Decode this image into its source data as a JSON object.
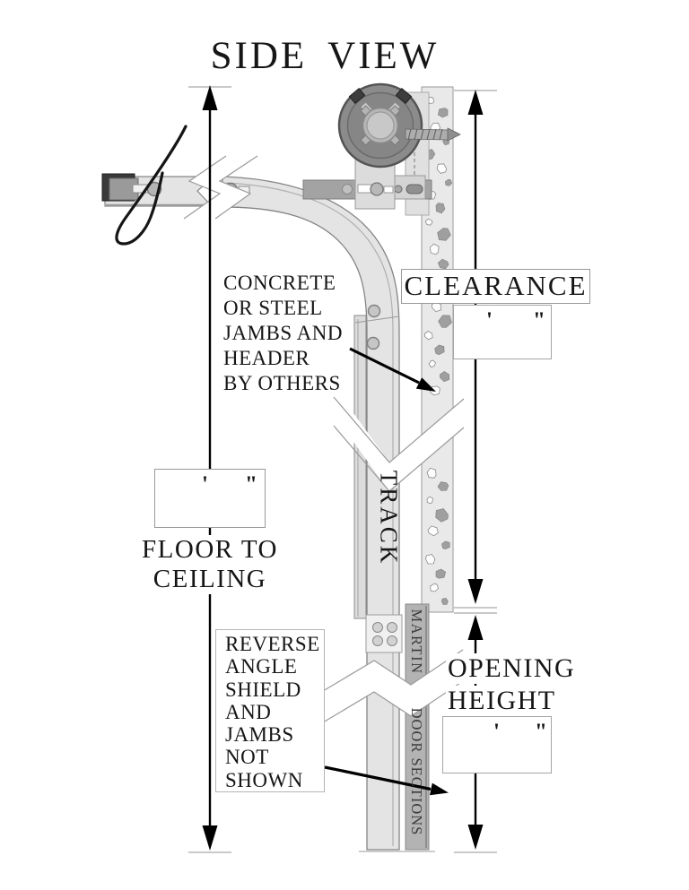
{
  "title": "SIDE VIEW",
  "notes": {
    "jambs": {
      "lines": [
        "CONCRETE",
        "OR STEEL",
        "JAMBS AND",
        "HEADER",
        "BY OTHERS"
      ]
    },
    "reverse": {
      "lines": [
        "REVERSE",
        "ANGLE",
        "SHIELD",
        "AND",
        "JAMBS",
        "NOT",
        "SHOWN"
      ]
    }
  },
  "dimensions": {
    "clearance": {
      "label": "CLEARANCE",
      "feet_mark": "'",
      "inch_mark": "\""
    },
    "floor_to_ceiling": {
      "line1": "FLOOR TO",
      "line2": "CEILING",
      "feet_mark": "'",
      "inch_mark": "\""
    },
    "opening_height": {
      "line1": "OPENING",
      "line2": "HEIGHT",
      "feet_mark": "'",
      "inch_mark": "\""
    }
  },
  "parts": {
    "track_label": "TRACK",
    "brand_label": "MARTIN",
    "door_sections_label": "DOOR SECTIONS"
  },
  "colors": {
    "line": "#000000",
    "track_fill": "#e4e4e4",
    "angle_fill": "#a3a3a3",
    "drum_fill": "#8b8b8b",
    "jamb_fill": "#e9e9e9",
    "pebble_gray": "#9f9f9f",
    "door_strip_fill": "#b3b3b3",
    "tick_gray": "#c9c9c9"
  }
}
